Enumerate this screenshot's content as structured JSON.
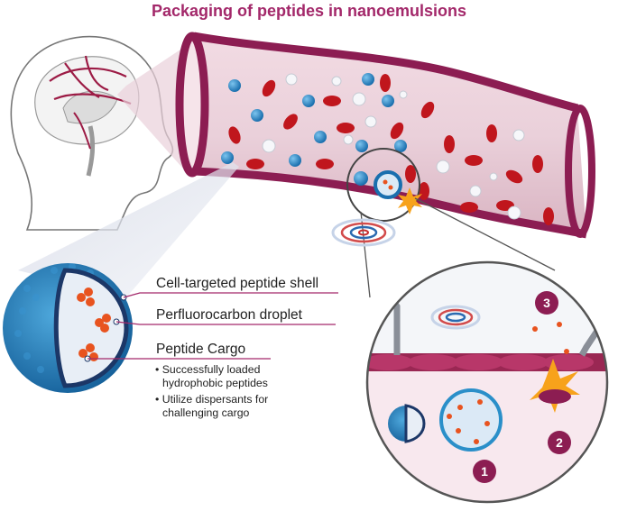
{
  "title": "Packaging of peptides in nanoemulsions",
  "labels": {
    "shell": "Cell-targeted peptide shell",
    "droplet": "Perfluorocarbon droplet",
    "cargo": "Peptide Cargo"
  },
  "bullets": [
    "• Successfully loaded hydrophobic peptides",
    "• Utilize dispersants for challenging cargo"
  ],
  "steps": [
    "1",
    "2",
    "3"
  ],
  "colors": {
    "title": "#a3286a",
    "vessel": "#8c1d52",
    "droplet": "#2a8fc9",
    "rbc": "#c0161d",
    "peptide": "#e8531f",
    "badge": "#8c1d52"
  }
}
